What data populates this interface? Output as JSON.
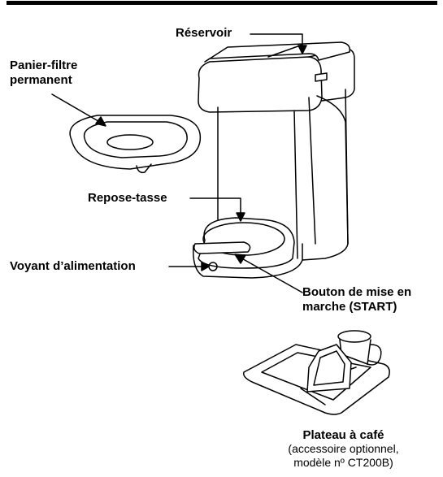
{
  "labels": {
    "reservoir": "Réservoir",
    "filter_line1": "Panier-filtre",
    "filter_line2": "permanent",
    "cup_rest": "Repose-tasse",
    "power_light": "Voyant d’alimentation",
    "start_line1": "Bouton de mise en",
    "start_line2": "marche (START)"
  },
  "caption": {
    "title": "Plateau à café",
    "line2": "(accessoire optionnel,",
    "line3": "modèle nº CT200B)"
  }
}
